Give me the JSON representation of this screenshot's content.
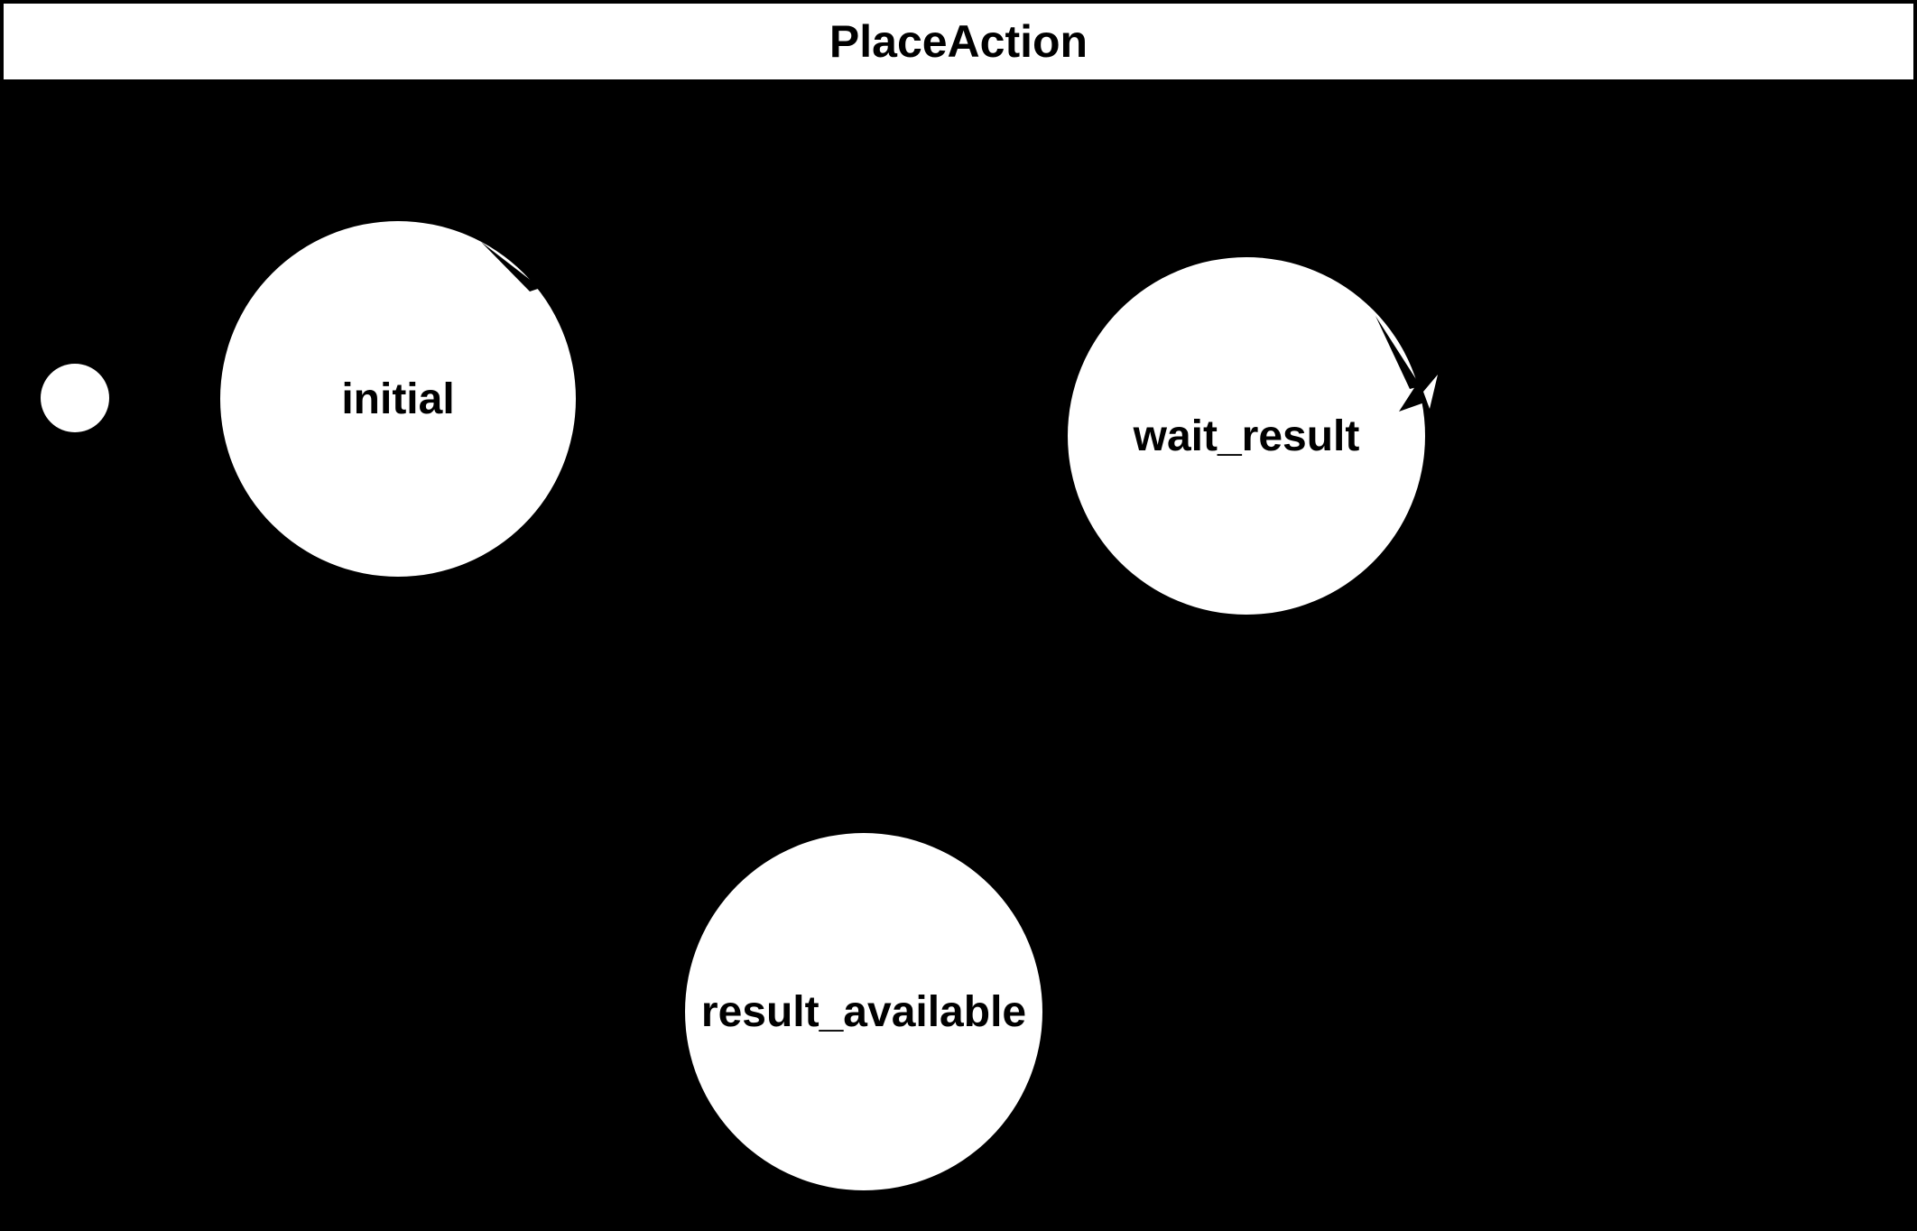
{
  "title": "PlaceAction",
  "colors": {
    "background": "#000000",
    "node_fill": "#ffffff",
    "node_text": "#000000",
    "title_bg": "#ffffff",
    "title_text": "#000000",
    "border": "#000000"
  },
  "diagram": {
    "type": "state-machine",
    "start_marker": "filled-dot",
    "nodes": [
      {
        "id": "initial",
        "label": "initial"
      },
      {
        "id": "wait_result",
        "label": "wait_result"
      },
      {
        "id": "result_available",
        "label": "result_available"
      }
    ]
  }
}
